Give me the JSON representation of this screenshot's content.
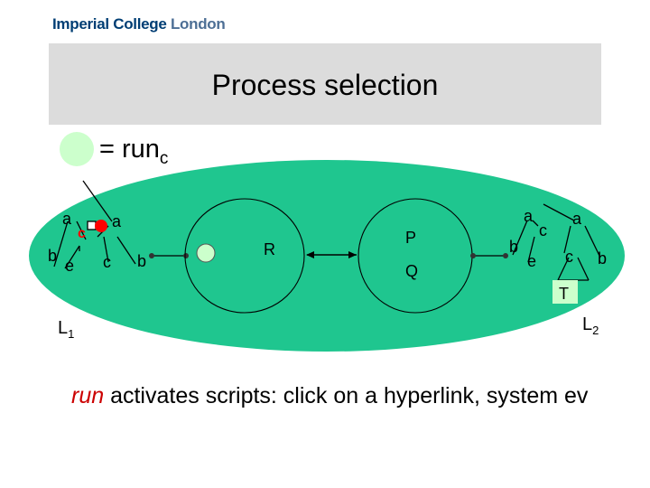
{
  "header": {
    "logo_part1": "Imperial College",
    "logo_part2": "London"
  },
  "title": "Process selection",
  "legend": {
    "text": "= run",
    "subscript": "c",
    "swatch_color": "#ccffcc"
  },
  "colors": {
    "blob": "#1fc68f",
    "inner": "#ccffcc",
    "red": "#ff0000",
    "dark": "#333333"
  },
  "left_tree": {
    "nodes": [
      "a",
      "a",
      "c",
      "b",
      "e",
      "c",
      "b"
    ],
    "locality_label": "L",
    "locality_sub": "1"
  },
  "middle": {
    "r_label": "R",
    "p_label": "P",
    "q_label": "Q"
  },
  "right_tree": {
    "nodes": [
      "a",
      "c",
      "a",
      "b",
      "e",
      "c",
      "b",
      "T"
    ],
    "locality_label": "L",
    "locality_sub": "2"
  },
  "caption": {
    "keyword": "run",
    "rest": " activates scripts: click on a hyperlink, system ev"
  }
}
